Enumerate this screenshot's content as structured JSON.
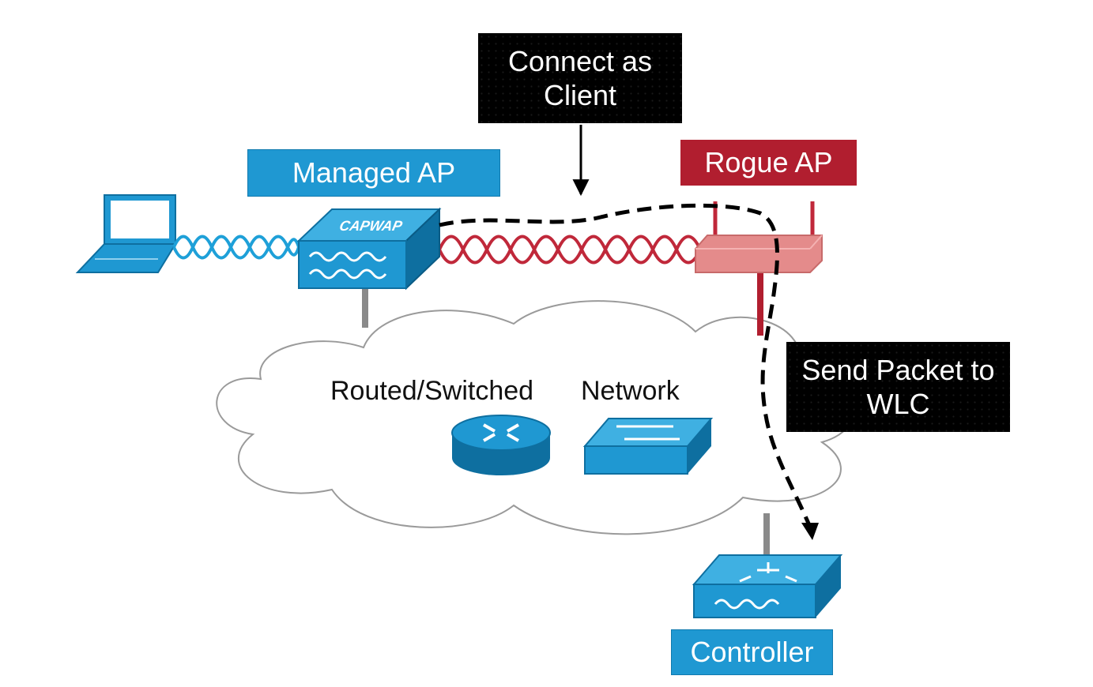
{
  "labels": {
    "connect_as_client": "Connect as Client",
    "managed_ap": "Managed AP",
    "rogue_ap": "Rogue AP",
    "routed_switched": "Routed/Switched",
    "network": "Network",
    "send_packet_to_wlc": "Send Packet to WLC",
    "controller": "Controller",
    "capwap": "CAPWAP"
  },
  "colors": {
    "cisco_blue": "#1f98d2",
    "device_dark_blue": "#0e6fa0",
    "rogue_red": "#b11e2f",
    "rogue_device_pink": "#e48b8b",
    "wave_red": "#c0283a",
    "wave_blue": "#1ea0d8",
    "link_gray": "#8a8a8a",
    "callout_black": "#000000"
  }
}
